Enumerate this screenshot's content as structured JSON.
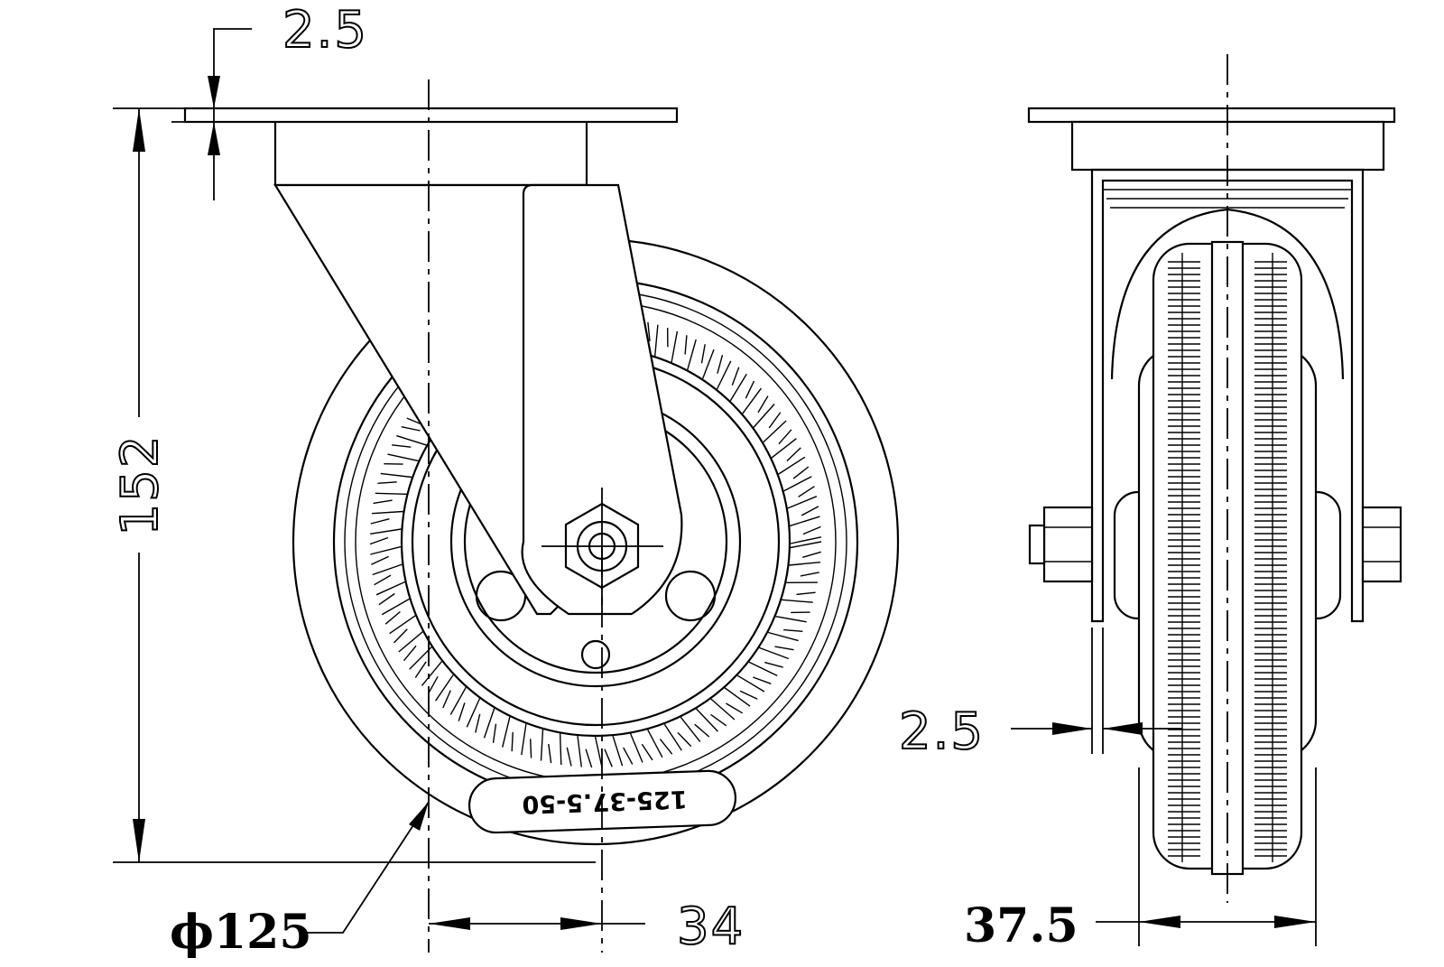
{
  "drawing": {
    "dimensions": {
      "plate_thickness": "2.5",
      "total_height": "152",
      "wheel_diameter": "ϕ125",
      "swivel_offset": "34",
      "bracket_thickness": "2.5",
      "wheel_width": "37.5"
    },
    "wheel_marking": "125-37.5-50",
    "colors": {
      "line": "#000000",
      "background": "#ffffff"
    }
  }
}
